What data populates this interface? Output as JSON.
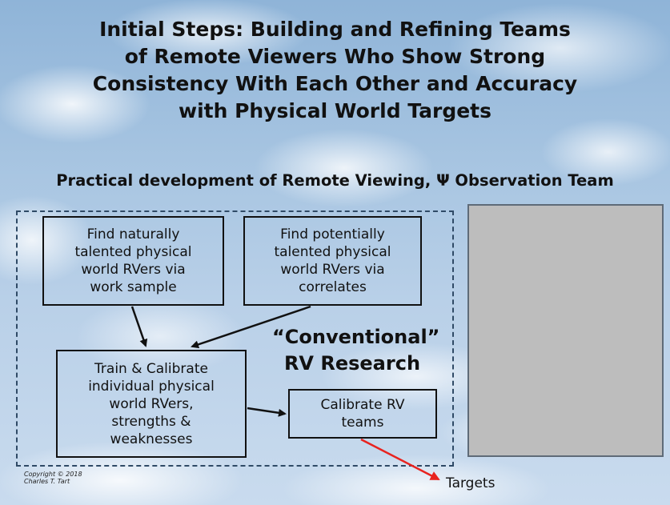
{
  "title": {
    "lines": [
      "Initial Steps: Building and Refining Teams",
      "of Remote Viewers Who Show Strong",
      "Consistency With Each Other and Accuracy",
      "with Physical World Targets"
    ]
  },
  "subtitle": "Practical development of Remote Viewing, Ψ Observation Team",
  "boxes": {
    "natural": [
      "Find naturally",
      "talented physical",
      "world RVers via",
      "work sample"
    ],
    "correlates": [
      "Find potentially",
      "talented physical",
      "world RVers via",
      "correlates"
    ],
    "train": [
      "Train & Calibrate",
      "individual physical",
      "world RVers,",
      "strengths &",
      "weaknesses"
    ],
    "teams": [
      "Calibrate RV",
      "teams"
    ]
  },
  "conventional": [
    "“Conventional”",
    "RV Research"
  ],
  "targets_label": "Targets",
  "copyright": [
    "Copyright © 2018",
    "Charles T. Tart"
  ],
  "colors": {
    "arrow_black": "#111111",
    "arrow_red": "#e8231f",
    "placeholder_gray": "#bdbdbd",
    "dashed_border": "#2f4a66"
  }
}
